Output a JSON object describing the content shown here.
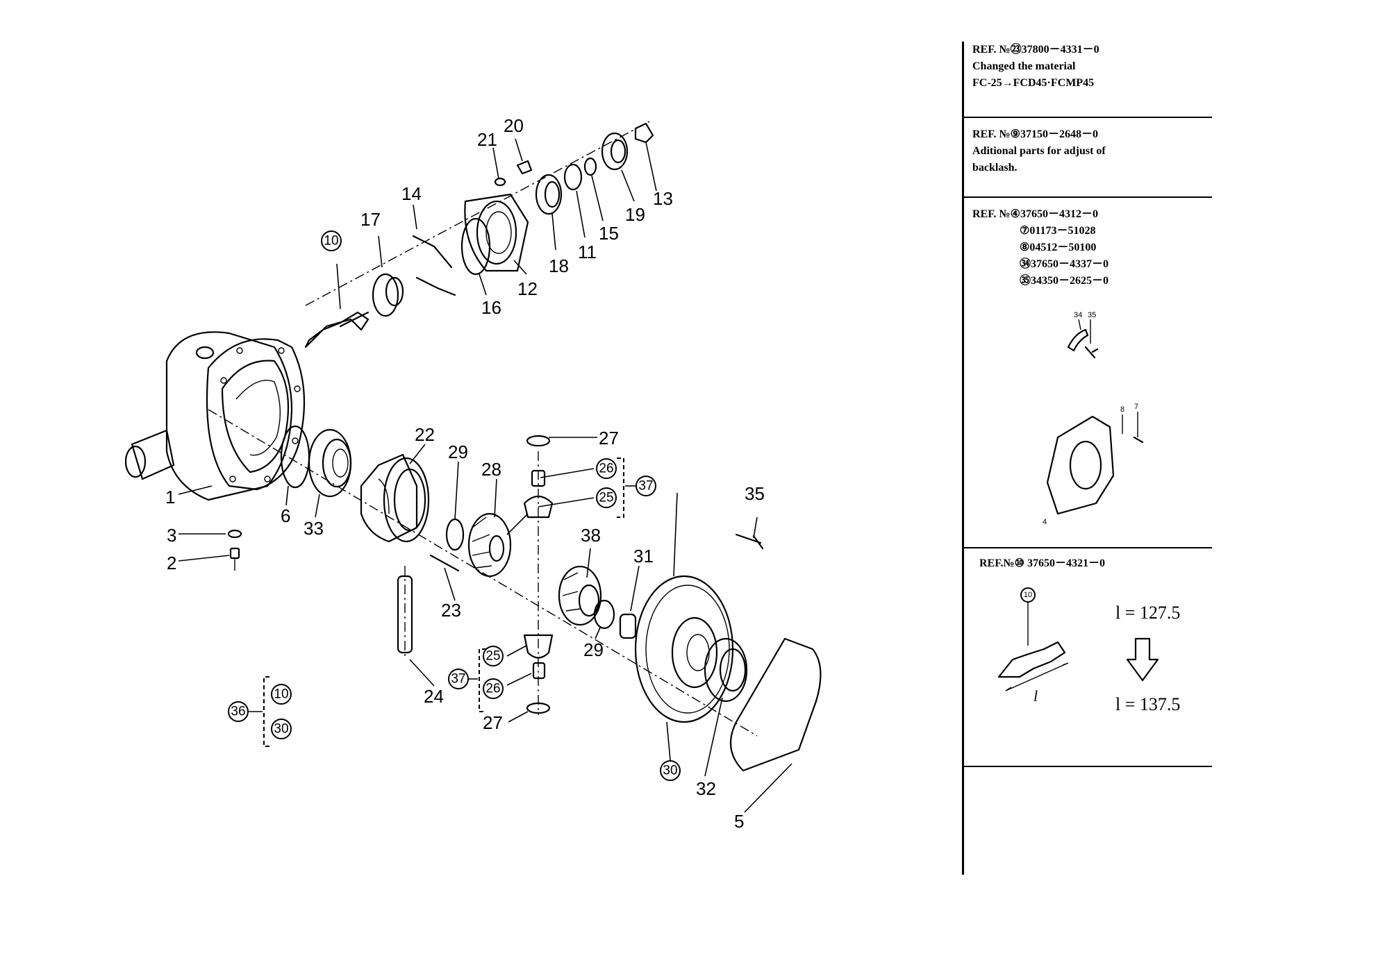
{
  "callouts": {
    "c1": "1",
    "c2": "2",
    "c3": "3",
    "c5": "5",
    "c6": "6",
    "c10": "10",
    "c11": "11",
    "c12": "12",
    "c13": "13",
    "c14": "14",
    "c15": "15",
    "c16": "16",
    "c17": "17",
    "c18": "18",
    "c19": "19",
    "c20": "20",
    "c21": "21",
    "c22": "22",
    "c23": "23",
    "c24": "24",
    "c25": "25",
    "c26": "26",
    "c27": "27",
    "c28": "28",
    "c29": "29",
    "c30": "30",
    "c31": "31",
    "c32": "32",
    "c33": "33",
    "c35": "35",
    "c36": "36",
    "c37": "37",
    "c38": "38"
  },
  "notes": {
    "note1": {
      "ref": "REF. №㉓37800－4331－0",
      "line2": "Changed the material",
      "line3": "FC-25→FCD45·FCMP45"
    },
    "note2": {
      "ref": "REF. №⑨37150－2648－0",
      "line2": "Aditional parts for adjust of",
      "line3": "backlash."
    },
    "note3": {
      "ref": "REF. №④37650－4312－0",
      "sub1": "⑦01173－51028",
      "sub2": "⑧04512－50100",
      "sub3": "㉞37650－4337－0",
      "sub4": "㉟34350－2625－0",
      "fig_a_labels": [
        "34",
        "35"
      ],
      "fig_b_labels": [
        "8",
        "7",
        "4"
      ]
    },
    "note4": {
      "ref": "REF.№⑩ 37650－4321－0",
      "part_label": "10",
      "dim_symbol": "l",
      "dim_before": "l = 127.5",
      "dim_after": "l = 137.5"
    }
  }
}
